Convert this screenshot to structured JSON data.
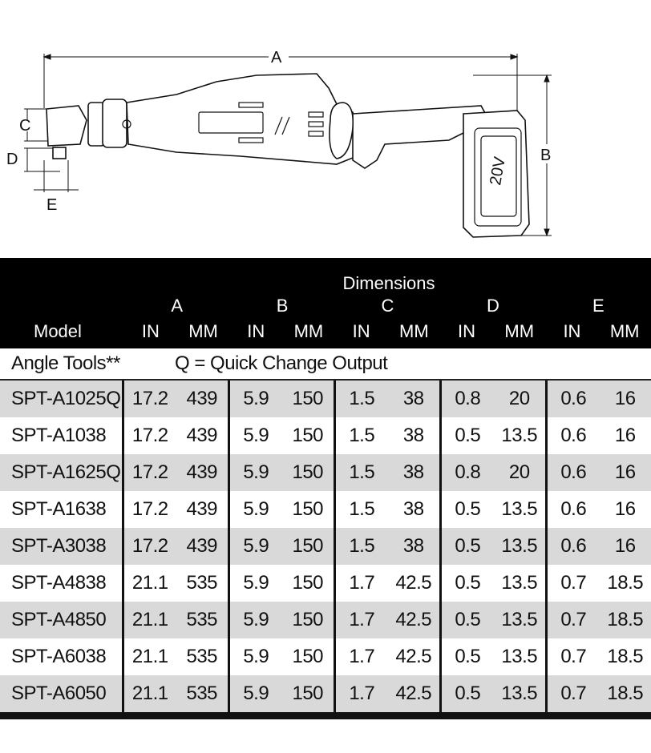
{
  "diagram": {
    "labels": {
      "a": "A",
      "b": "B",
      "c": "C",
      "d": "D",
      "e": "E"
    },
    "battery_text": "20V"
  },
  "table": {
    "title": "Dimensions",
    "groups": [
      "A",
      "B",
      "C",
      "D",
      "E"
    ],
    "model_header": "Model",
    "units": [
      "IN",
      "MM",
      "IN",
      "MM",
      "IN",
      "MM",
      "IN",
      "MM",
      "IN",
      "MM"
    ],
    "section": {
      "name": "Angle Tools**",
      "note": "Q = Quick Change Output"
    },
    "rows": [
      {
        "model": "SPT-A1025Q",
        "v": [
          "17.2",
          "439",
          "5.9",
          "150",
          "1.5",
          "38",
          "0.8",
          "20",
          "0.6",
          "16"
        ]
      },
      {
        "model": "SPT-A1038",
        "v": [
          "17.2",
          "439",
          "5.9",
          "150",
          "1.5",
          "38",
          "0.5",
          "13.5",
          "0.6",
          "16"
        ]
      },
      {
        "model": "SPT-A1625Q",
        "v": [
          "17.2",
          "439",
          "5.9",
          "150",
          "1.5",
          "38",
          "0.8",
          "20",
          "0.6",
          "16"
        ]
      },
      {
        "model": "SPT-A1638",
        "v": [
          "17.2",
          "439",
          "5.9",
          "150",
          "1.5",
          "38",
          "0.5",
          "13.5",
          "0.6",
          "16"
        ]
      },
      {
        "model": "SPT-A3038",
        "v": [
          "17.2",
          "439",
          "5.9",
          "150",
          "1.5",
          "38",
          "0.5",
          "13.5",
          "0.6",
          "16"
        ]
      },
      {
        "model": "SPT-A4838",
        "v": [
          "21.1",
          "535",
          "5.9",
          "150",
          "1.7",
          "42.5",
          "0.5",
          "13.5",
          "0.7",
          "18.5"
        ]
      },
      {
        "model": "SPT-A4850",
        "v": [
          "21.1",
          "535",
          "5.9",
          "150",
          "1.7",
          "42.5",
          "0.5",
          "13.5",
          "0.7",
          "18.5"
        ]
      },
      {
        "model": "SPT-A6038",
        "v": [
          "21.1",
          "535",
          "5.9",
          "150",
          "1.7",
          "42.5",
          "0.5",
          "13.5",
          "0.7",
          "18.5"
        ]
      },
      {
        "model": "SPT-A6050",
        "v": [
          "21.1",
          "535",
          "5.9",
          "150",
          "1.7",
          "42.5",
          "0.5",
          "13.5",
          "0.7",
          "18.5"
        ]
      }
    ]
  }
}
